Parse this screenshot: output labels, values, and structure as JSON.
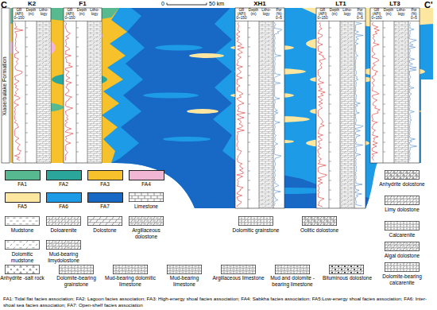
{
  "diagram": {
    "labels": [
      "C",
      "C'",
      "K2",
      "F1",
      "XH1",
      "LT1",
      "LT3",
      "0",
      "50 km",
      "Xiaoerbulake Formation",
      "GR (API)",
      "0~150",
      "Depth (m)",
      "Litho- logy",
      "GR (API)",
      "0~150",
      "Depth (m)",
      "Litho- logy",
      "GR (API)",
      "0~150",
      "Depth (m)",
      "Litho- logy",
      "Por (%)",
      "0~5",
      "GR (API)",
      "0~150",
      "Depth (m)",
      "Litho- logy",
      "Por (%)",
      "0~5",
      "GR (API)",
      "0~150",
      "Depth (m)",
      "Litho- logy",
      "Por (%)",
      "0~5",
      "FA1: Tidal flat facies association; FA2: Lagoon facies association; FA3: High-energy shoal facies association; FA4: Sabkha facies association; FA5:Low-energy shoal facies association; FA6: Inter-shoal sea facies association; FA7: Open-shelf facies association"
    ],
    "legend": [
      {
        "text": "FA1",
        "color": "#57b98f"
      },
      {
        "text": "FA2",
        "color": "#2aa69a"
      },
      {
        "text": "FA3",
        "color": "#f6c12b"
      },
      {
        "text": "FA4",
        "color": "#f2b6d5"
      },
      {
        "text": "FA5",
        "color": "#fce6a0"
      },
      {
        "text": "FA6",
        "color": "#1e9be6"
      },
      {
        "text": "FA7",
        "color": "#1868c6"
      },
      {
        "text": "Limestone"
      },
      {
        "text": "Anhydrite dolostone"
      },
      {
        "text": "Mudstone"
      },
      {
        "text": "Doloarenite"
      },
      {
        "text": "Dolostone"
      },
      {
        "text": "Argillaceous dolostone"
      },
      {
        "text": "Limy dolostone"
      },
      {
        "text": "Dolomitic mudstone"
      },
      {
        "text": "Mud-bearing limydolostone"
      },
      {
        "text": "Dolomitic grainstone"
      },
      {
        "text": "Oolitic dolostone"
      },
      {
        "text": "Calcarenite"
      },
      {
        "text": "Anhydrite -salt rock"
      },
      {
        "text": "Dolomite-bearing grainstone"
      },
      {
        "text": "Mud-bearing dolomitic limestone"
      },
      {
        "text": "Mud-bearing limestone"
      },
      {
        "text": "Argillaceous limestone"
      },
      {
        "text": "Mud and dolomite -bearing limestone"
      },
      {
        "text": "Bituminous dolostone"
      },
      {
        "text": "Algal dolostone"
      },
      {
        "text": "Dolomite-bearing calcarenite"
      }
    ]
  }
}
